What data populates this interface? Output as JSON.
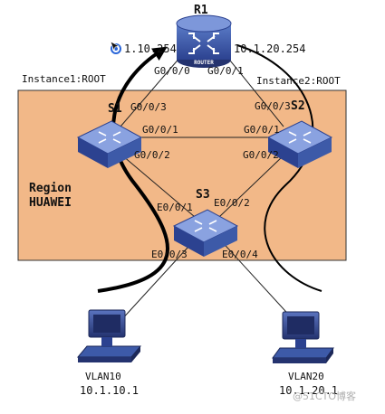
{
  "region": {
    "line1": "Region",
    "line2": "HUAWEI"
  },
  "devices": {
    "r1": {
      "name": "R1",
      "badge": "ROUTER",
      "ip_left": "1.10.254",
      "ip_right": "10.1.20.254",
      "port_left": "G0/0/0",
      "port_right": "G0/0/1"
    },
    "s1": {
      "name": "S1",
      "port_up": "G0/0/3",
      "port_right": "G0/0/1",
      "port_down": "G0/0/2"
    },
    "s2": {
      "name": "S2",
      "port_up": "G0/0/3",
      "port_left": "G0/0/1",
      "port_down": "G0/0/2"
    },
    "s3": {
      "name": "S3",
      "port_ul": "E0/0/1",
      "port_ur": "E0/0/2",
      "port_dl": "E0/0/3",
      "port_dr": "E0/0/4"
    }
  },
  "instances": {
    "left": "Instance1:ROOT",
    "right": "Instance2:ROOT"
  },
  "hosts": {
    "left": {
      "vlan": "VLAN10",
      "ip": "10.1.10.1"
    },
    "right": {
      "vlan": "VLAN20",
      "ip": "10.1.20.1"
    }
  },
  "watermark": "@51CTO博客",
  "colors": {
    "region_fill": "#f2b888",
    "device_blue": "#3d5aa8",
    "device_dark": "#26367a",
    "arrow": "#000000"
  }
}
